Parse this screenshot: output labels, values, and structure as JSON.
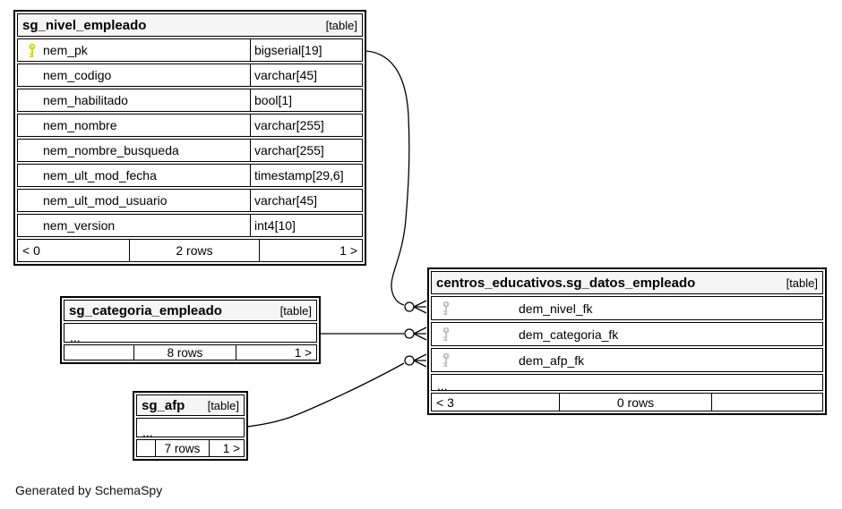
{
  "note": "Generated by SchemaSpy",
  "colors": {
    "header_bg": "#f5f5f5",
    "primary_key": "#d9d900",
    "foreign_key": "#c3c3c3",
    "line": "#000000"
  },
  "tables": {
    "nivel": {
      "title": "sg_nivel_empleado",
      "badge": "[table]",
      "columns": [
        {
          "name": "nem_pk",
          "type": "bigserial[19]",
          "key": "primary"
        },
        {
          "name": "nem_codigo",
          "type": "varchar[45]"
        },
        {
          "name": "nem_habilitado",
          "type": "bool[1]"
        },
        {
          "name": "nem_nombre",
          "type": "varchar[255]"
        },
        {
          "name": "nem_nombre_busqueda",
          "type": "varchar[255]"
        },
        {
          "name": "nem_ult_mod_fecha",
          "type": "timestamp[29,6]"
        },
        {
          "name": "nem_ult_mod_usuario",
          "type": "varchar[45]"
        },
        {
          "name": "nem_version",
          "type": "int4[10]"
        }
      ],
      "footer": {
        "left": "< 0",
        "center": "2 rows",
        "right": "1 >"
      }
    },
    "categoria": {
      "title": "sg_categoria_empleado",
      "badge": "[table]",
      "ellipsis": "...",
      "footer": {
        "left": "",
        "center": "8 rows",
        "right": "1 >"
      }
    },
    "afp": {
      "title": "sg_afp",
      "badge": "[table]",
      "ellipsis": "...",
      "footer": {
        "left": "",
        "center": "7 rows",
        "right": "1 >"
      }
    },
    "datos": {
      "title": "centros_educativos.sg_datos_empleado",
      "badge": "[table]",
      "columns": [
        {
          "name": "dem_nivel_fk",
          "key": "foreign"
        },
        {
          "name": "dem_categoria_fk",
          "key": "foreign"
        },
        {
          "name": "dem_afp_fk",
          "key": "foreign"
        }
      ],
      "ellipsis": "...",
      "footer": {
        "left": "< 3",
        "center": "0 rows",
        "right": ""
      }
    }
  },
  "relationships": [
    {
      "from": "sg_nivel_empleado.nem_pk",
      "to": "centros_educativos.sg_datos_empleado.dem_nivel_fk"
    },
    {
      "from": "sg_categoria_empleado",
      "to": "centros_educativos.sg_datos_empleado.dem_categoria_fk"
    },
    {
      "from": "sg_afp",
      "to": "centros_educativos.sg_datos_empleado.dem_afp_fk"
    }
  ]
}
